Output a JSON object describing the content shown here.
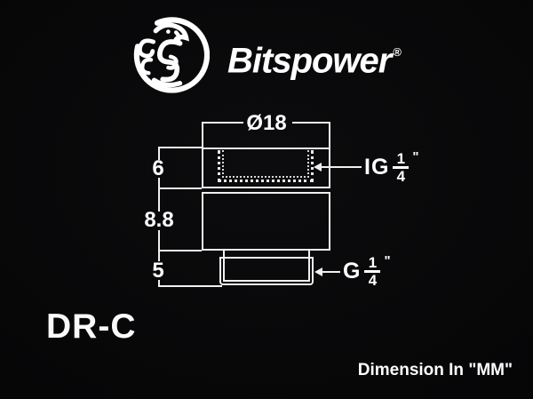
{
  "header": {
    "brand": "Bitspower",
    "registered": "®",
    "logo_icon": "bitspower-dragon-logo"
  },
  "drawing": {
    "diameter": {
      "label": "Ø18"
    },
    "heights": [
      {
        "label": "6"
      },
      {
        "label": "8.8"
      },
      {
        "label": "5"
      }
    ],
    "internal_thread": {
      "prefix": "IG",
      "numerator": "1",
      "denominator": "4",
      "unit": "\""
    },
    "external_thread": {
      "prefix": "G",
      "numerator": "1",
      "denominator": "4",
      "unit": "\""
    }
  },
  "model": "DR-C",
  "footer": {
    "note": "Dimension In \"MM\""
  },
  "colors": {
    "background": "#060607",
    "line": "#f0f0f0",
    "text": "#ffffff"
  }
}
